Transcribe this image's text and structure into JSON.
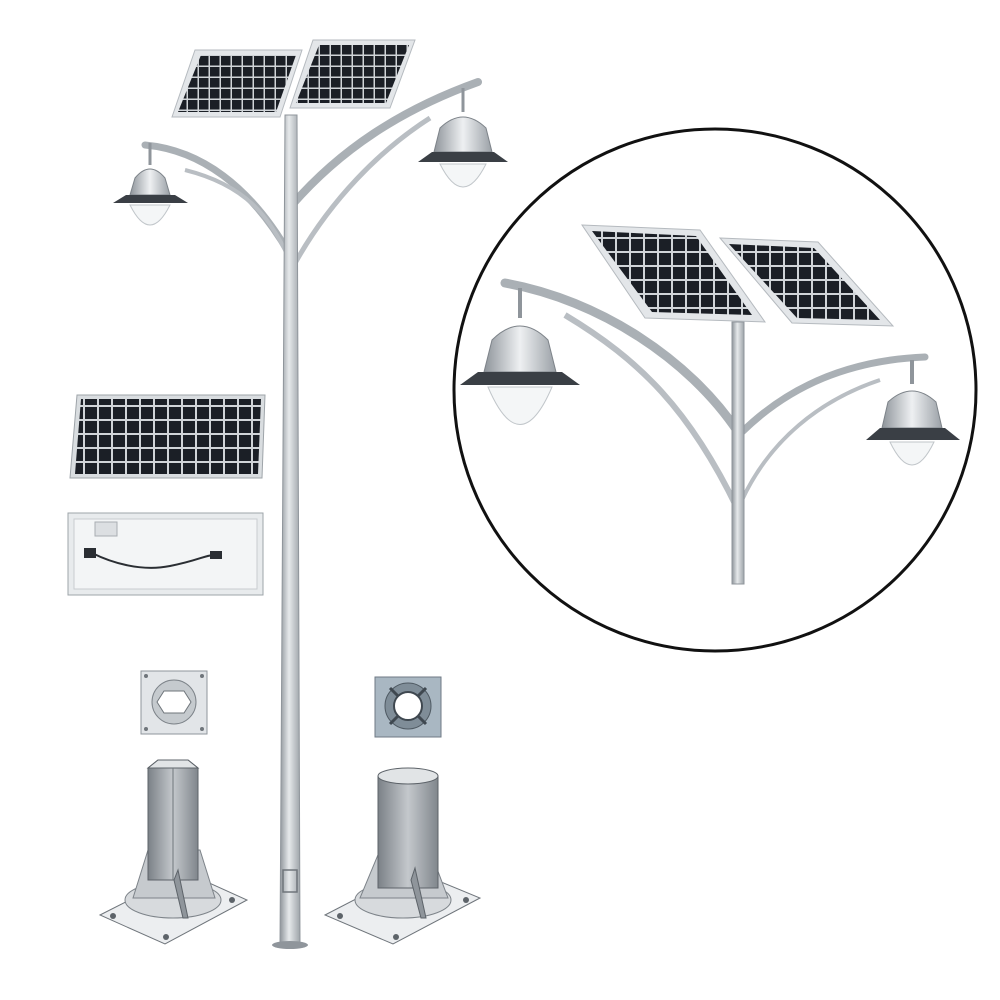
{
  "scene": {
    "subject": "solar-street-light-product-composite",
    "components": [
      "solar-street-light-pole",
      "solar-panel-front",
      "solar-panel-back",
      "octagonal-base-flange",
      "round-base-flange",
      "octagonal-anchor-base",
      "round-anchor-base",
      "detail-view-circle"
    ]
  },
  "colors": {
    "background": "#ffffff",
    "pole_metal": "#c9cdd1",
    "pole_shadow": "#8f959b",
    "panel_cell": "#1b1f26",
    "panel_frame": "#d9dde0",
    "lamp_metal": "#b7bcc1",
    "lamp_glass": "#f4f6f7",
    "circle_outline": "#111111",
    "base_metal": "#9aa0a6"
  }
}
